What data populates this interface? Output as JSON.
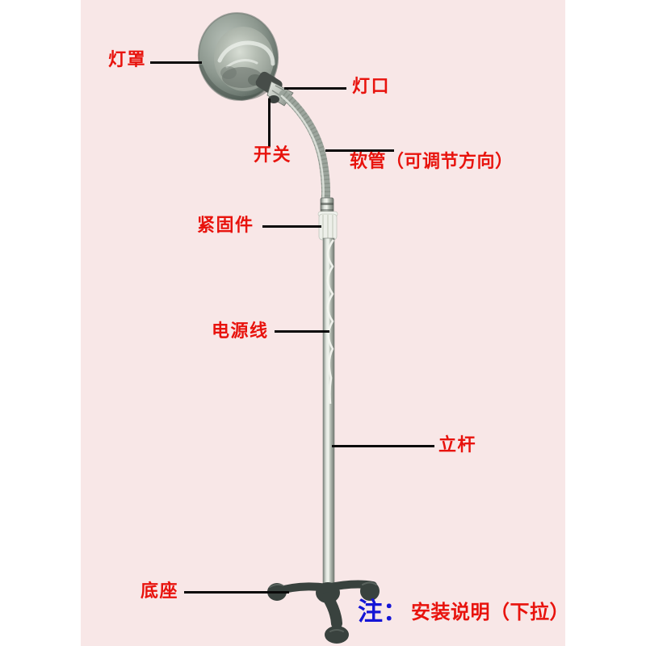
{
  "photo": {
    "background_color": "#f8e7e7",
    "page_background": "#ffffff",
    "subject": "gooseneck floor lamp parts diagram"
  },
  "colors": {
    "label_red": "#e8130d",
    "note_blue": "#1515d6",
    "leader_black": "#0a0a0a",
    "metal_silver": "#c9cfc7",
    "base_dark": "#39423e"
  },
  "labels": {
    "lampshade": "灯罩",
    "lamp_socket": "灯口",
    "switch": "开关",
    "hose": "软管（可调节方向）",
    "fastener": "紧固件",
    "power_cord": "电源线",
    "pole": "立杆",
    "base": "底座"
  },
  "note": {
    "prefix": "注：",
    "text": "安装说明（下拉）"
  }
}
